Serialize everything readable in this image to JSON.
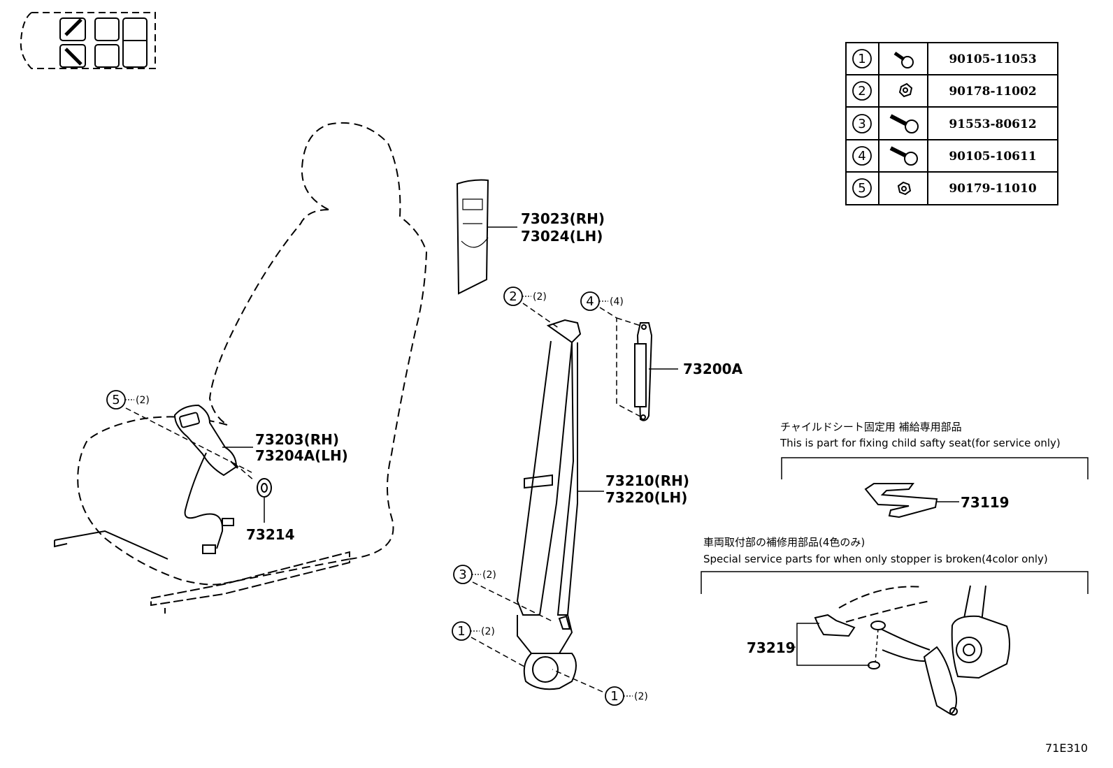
{
  "diagram_code": "71E310",
  "fastener_table": [
    {
      "ref": "1",
      "part": "90105-11053",
      "icon": "flange-bolt-icon"
    },
    {
      "ref": "2",
      "part": "90178-11002",
      "icon": "flange-nut-icon"
    },
    {
      "ref": "3",
      "part": "91553-80612",
      "icon": "bolt-icon"
    },
    {
      "ref": "4",
      "part": "90105-10611",
      "icon": "flange-bolt-icon"
    },
    {
      "ref": "5",
      "part": "90179-11010",
      "icon": "nut-icon"
    }
  ],
  "parts": {
    "cover_rh": "73023(RH)",
    "cover_lh": "73024(LH)",
    "anchor_adjuster": "73200A",
    "buckle_rh": "73203(RH)",
    "buckle_lh": "73204A(LH)",
    "spacer": "73214",
    "belt_rh": "73210(RH)",
    "belt_lh": "73220(LH)",
    "child_seat_part": "73119",
    "stopper_part": "73219"
  },
  "callouts": {
    "c2": {
      "ref": "2",
      "qty": "(2)"
    },
    "c4": {
      "ref": "4",
      "qty": "(4)"
    },
    "c5": {
      "ref": "5",
      "qty": "(2)"
    },
    "c3": {
      "ref": "3",
      "qty": "(2)"
    },
    "c1a": {
      "ref": "1",
      "qty": "(2)"
    },
    "c1b": {
      "ref": "1",
      "qty": "(2)"
    }
  },
  "notes": {
    "child_seat_jp": "チャイルドシート固定用 補給専用部品",
    "child_seat_en": "This is part for fixing child safty seat(for service only)",
    "stopper_jp": "車両取付部の補修用部品(4色のみ)",
    "stopper_en": "Special service parts for when only stopper is broken(4color only)"
  }
}
